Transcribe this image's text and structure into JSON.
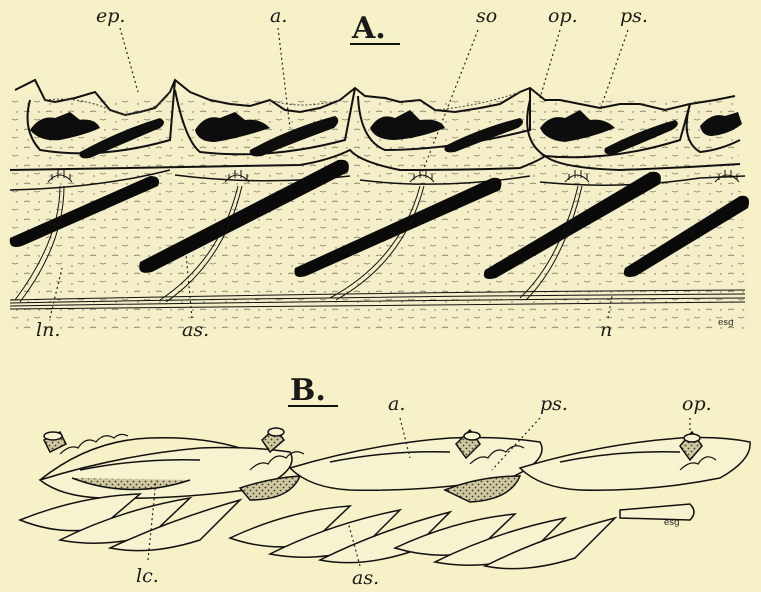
{
  "figure": {
    "panel_a": {
      "title": "A.",
      "labels": {
        "ep": "ep.",
        "a": "a.",
        "so": "so",
        "op": "op.",
        "ps": "ps.",
        "ln": "ln.",
        "as": "as.",
        "n": "n"
      },
      "signature": "esg"
    },
    "panel_b": {
      "title": "B.",
      "labels": {
        "a": "a.",
        "ps": "ps.",
        "op": "op.",
        "lc": "lc.",
        "as": "as."
      },
      "signature": "esg"
    }
  },
  "colors": {
    "paper": "#f6f1c6",
    "ink": "#111111",
    "stipple": "#c9c39a"
  }
}
